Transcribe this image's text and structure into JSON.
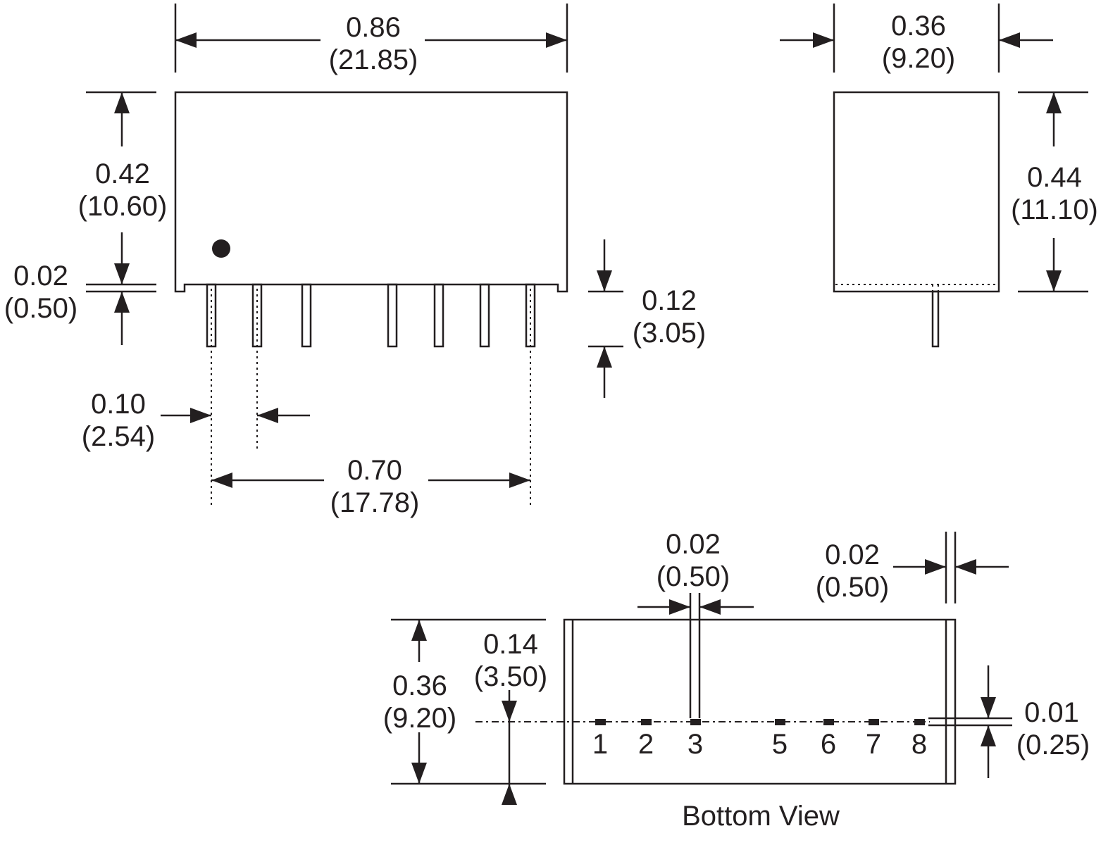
{
  "dims": {
    "body_length": {
      "in": "0.86",
      "mm": "(21.85)"
    },
    "body_height": {
      "in": "0.42",
      "mm": "(10.60)"
    },
    "standoff": {
      "in": "0.02",
      "mm": "(0.50)"
    },
    "pin_length": {
      "in": "0.12",
      "mm": "(3.05)"
    },
    "pin_pitch": {
      "in": "0.10",
      "mm": "(2.54)"
    },
    "pin_span": {
      "in": "0.70",
      "mm": "(17.78)"
    },
    "body_width": {
      "in": "0.36",
      "mm": "(9.20)"
    },
    "total_height": {
      "in": "0.44",
      "mm": "(11.10)"
    },
    "pin_width": {
      "in": "0.02",
      "mm": "(0.50)"
    },
    "edge_width": {
      "in": "0.02",
      "mm": "(0.50)"
    },
    "bottom_width": {
      "in": "0.36",
      "mm": "(9.20)"
    },
    "pin_row_offset": {
      "in": "0.14",
      "mm": "(3.50)"
    },
    "pin_thickness": {
      "in": "0.01",
      "mm": "(0.25)"
    }
  },
  "pins": [
    "1",
    "2",
    "3",
    "5",
    "6",
    "7",
    "8"
  ],
  "bottom_view_label": "Bottom View"
}
